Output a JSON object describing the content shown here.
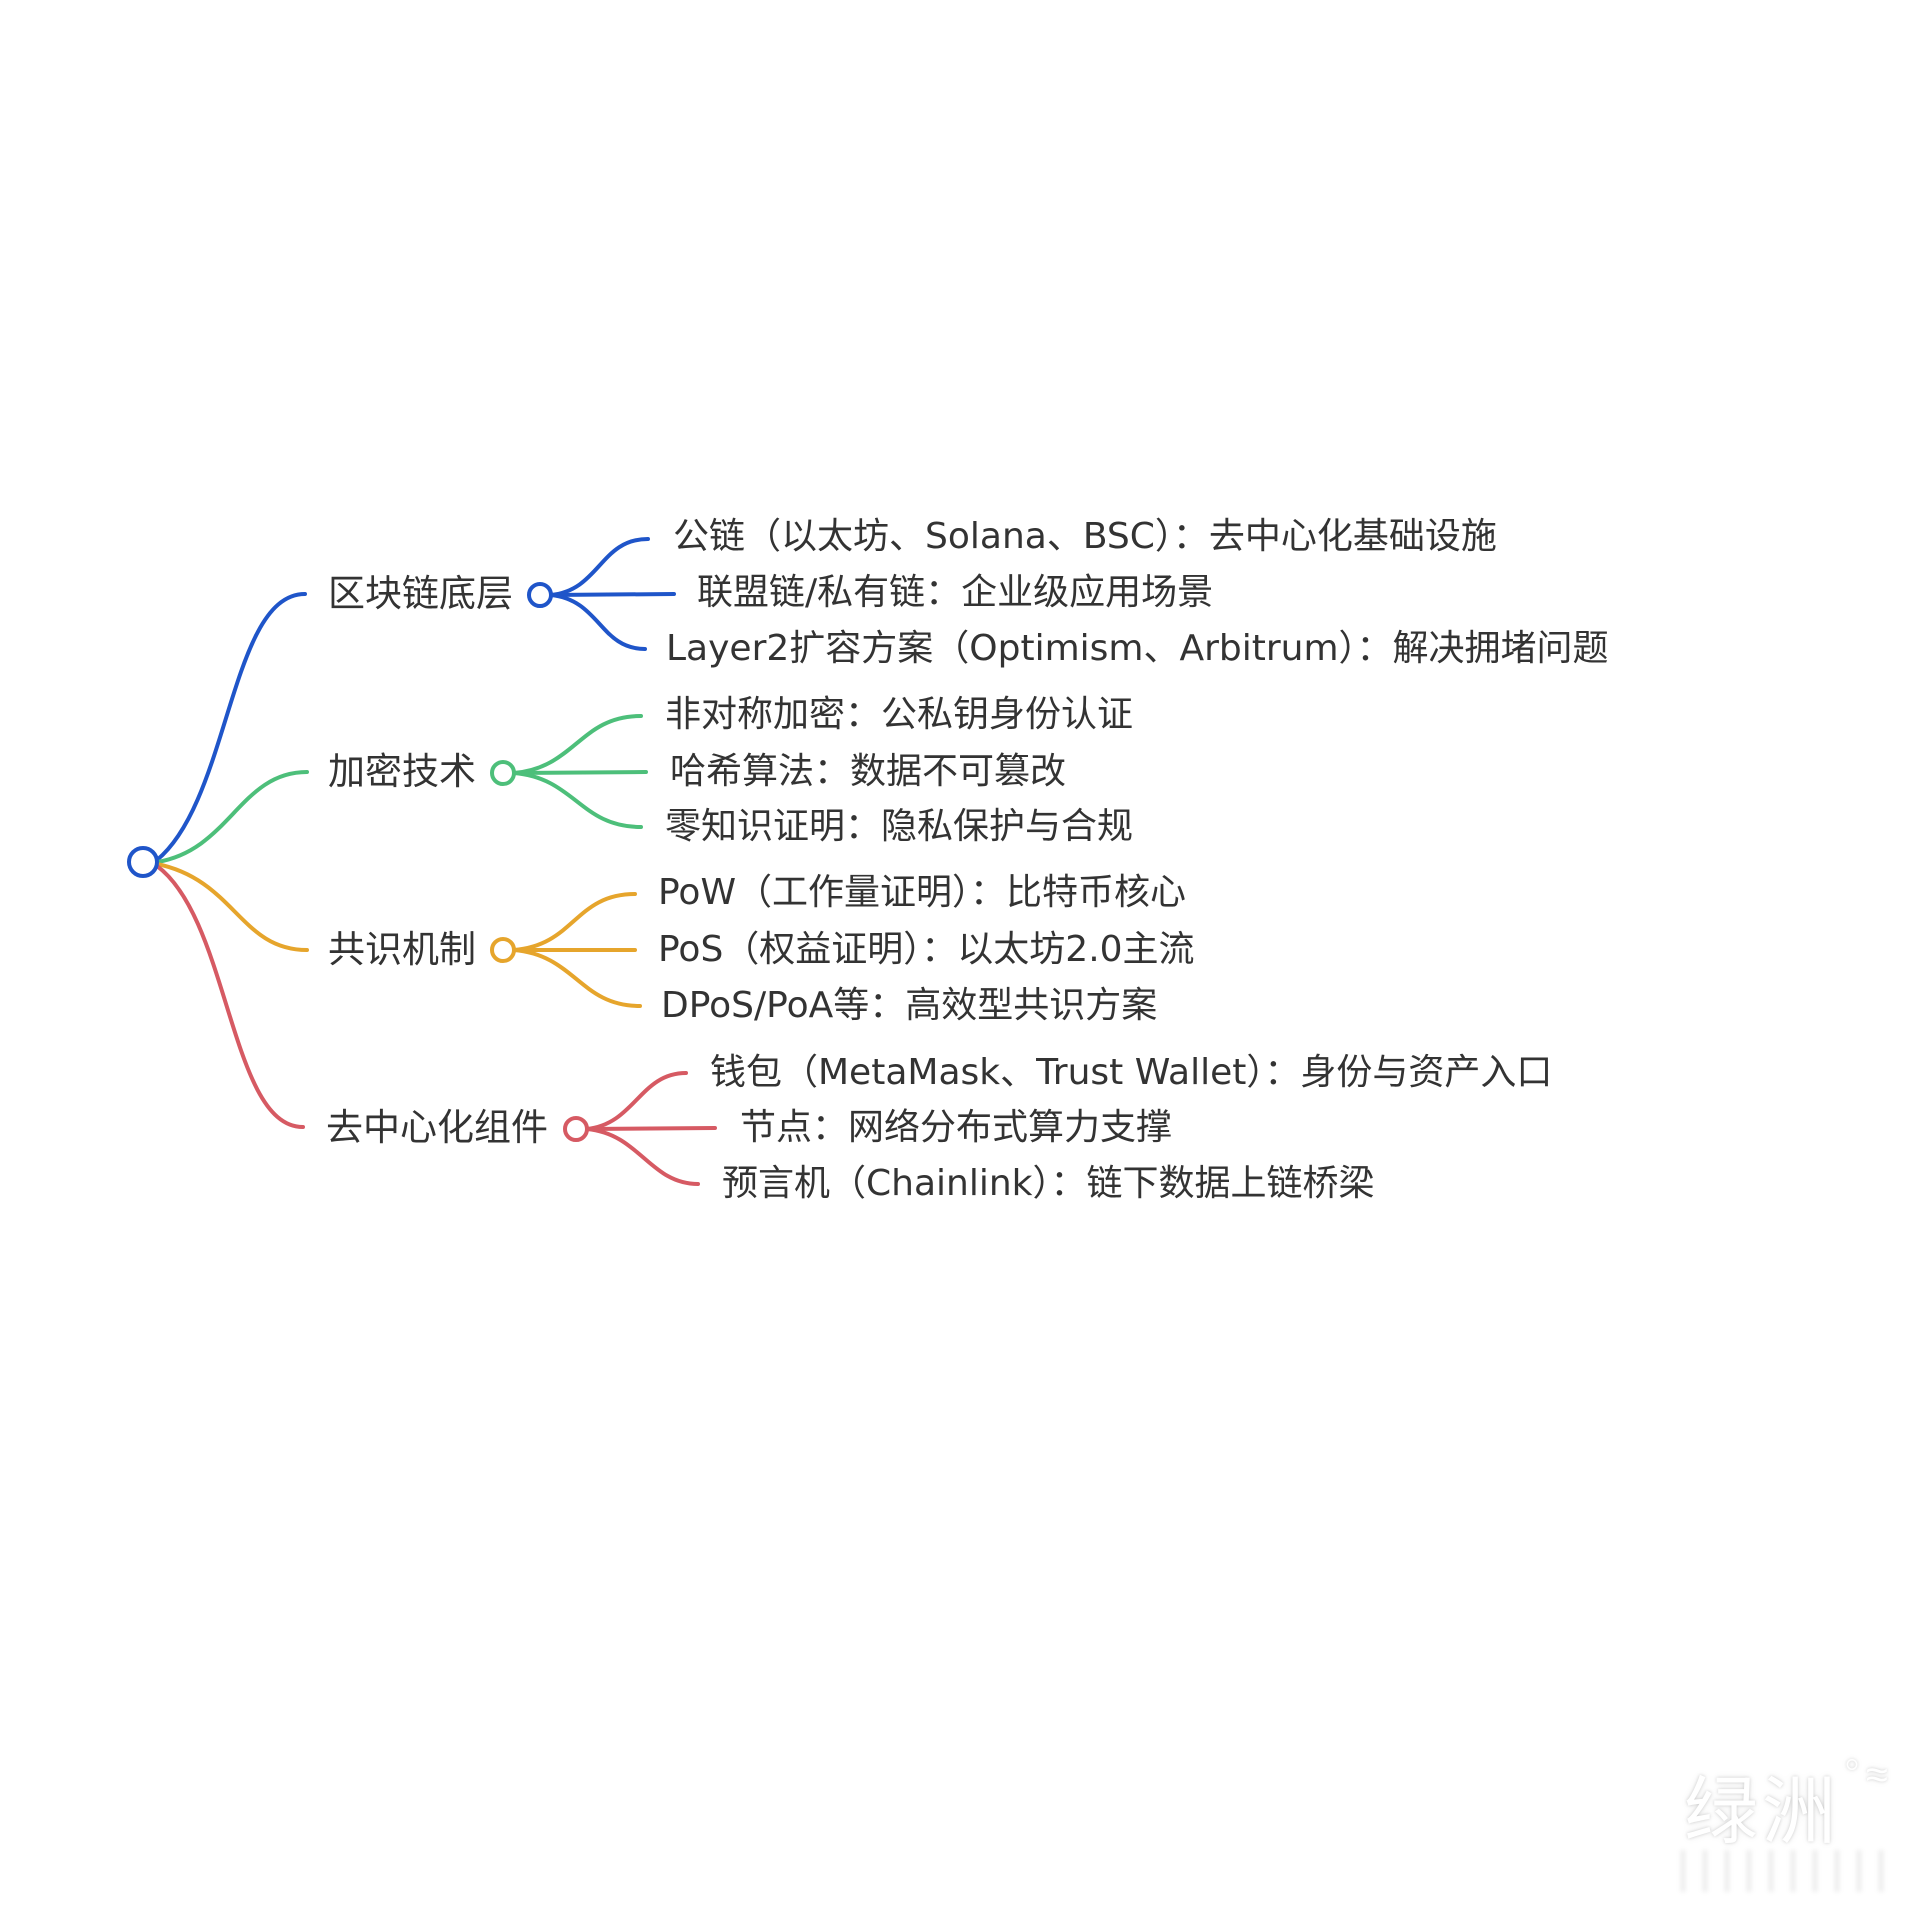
{
  "colors": {
    "text": "#333333",
    "blue": "#1f55c9",
    "green": "#4dbf7a",
    "yellow": "#e6a52c",
    "red": "#d65a63",
    "background": "#ffffff"
  },
  "root": {
    "label": ""
  },
  "branches": [
    {
      "label": "区块链底层",
      "color": "blue",
      "leaves": [
        {
          "label": "公链（以太坊、Solana、BSC）：去中心化基础设施"
        },
        {
          "label": "联盟链/私有链：企业级应用场景"
        },
        {
          "label": "Layer2扩容方案（Optimism、Arbitrum）：解决拥堵问题"
        }
      ]
    },
    {
      "label": "加密技术",
      "color": "green",
      "leaves": [
        {
          "label": "非对称加密：公私钥身份认证"
        },
        {
          "label": "哈希算法：数据不可篡改"
        },
        {
          "label": "零知识证明：隐私保护与合规"
        }
      ]
    },
    {
      "label": "共识机制",
      "color": "yellow",
      "leaves": [
        {
          "label": "PoW（工作量证明）：比特币核心"
        },
        {
          "label": "PoS（权益证明）：以太坊2.0主流"
        },
        {
          "label": "DPoS/PoA等：高效型共识方案"
        }
      ]
    },
    {
      "label": "去中心化组件",
      "color": "red",
      "leaves": [
        {
          "label": "钱包（MetaMask、Trust Wallet）：身份与资产入口"
        },
        {
          "label": "节点：网络分布式算力支撑"
        },
        {
          "label": "预言机（Chainlink）：链下数据上链桥梁"
        }
      ]
    }
  ],
  "watermark": {
    "text": "绿洲",
    "mark": "°≈"
  }
}
